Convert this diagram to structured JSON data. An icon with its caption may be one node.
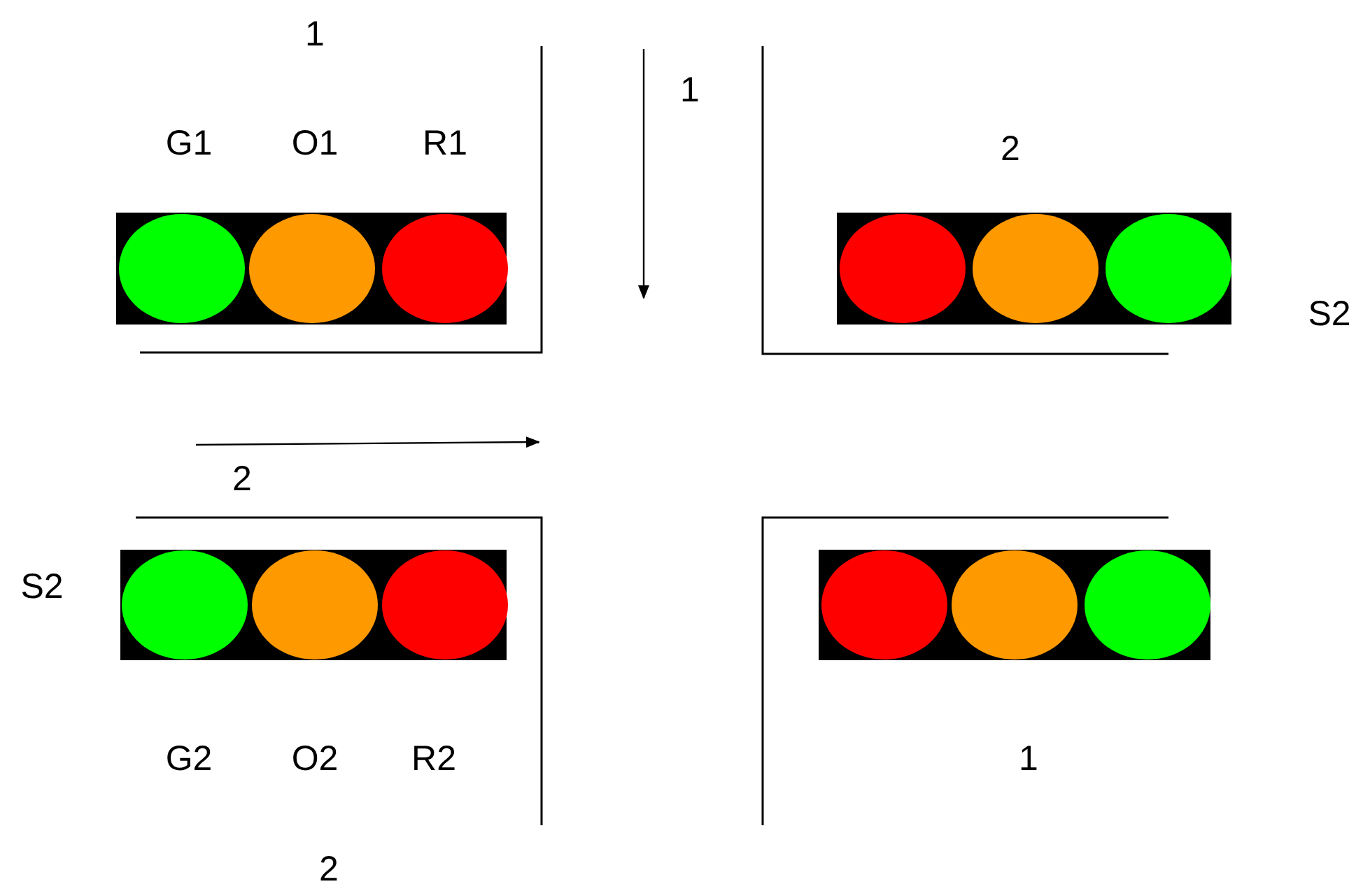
{
  "diagram": {
    "labels": [
      "1",
      "G1",
      "O1",
      "R1",
      "1",
      "2",
      "S2",
      "2",
      "S2",
      "G2",
      "O2",
      "R2",
      "1",
      "2"
    ]
  }
}
